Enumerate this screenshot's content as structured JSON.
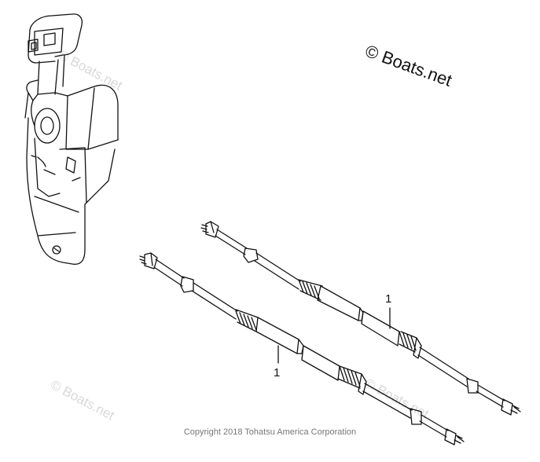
{
  "brand_watermark": "© Boats.net",
  "faint_watermarks": [
    "© Boats.net",
    "© Boats.net",
    "© Boats.net"
  ],
  "callouts": [
    "1",
    "1"
  ],
  "copyright": "Copyright 2018 Tohatsu America Corporation",
  "parts": [
    {
      "name": "remote-control-box"
    },
    {
      "name": "control-cable",
      "callout": "1"
    },
    {
      "name": "control-cable",
      "callout": "1"
    }
  ]
}
